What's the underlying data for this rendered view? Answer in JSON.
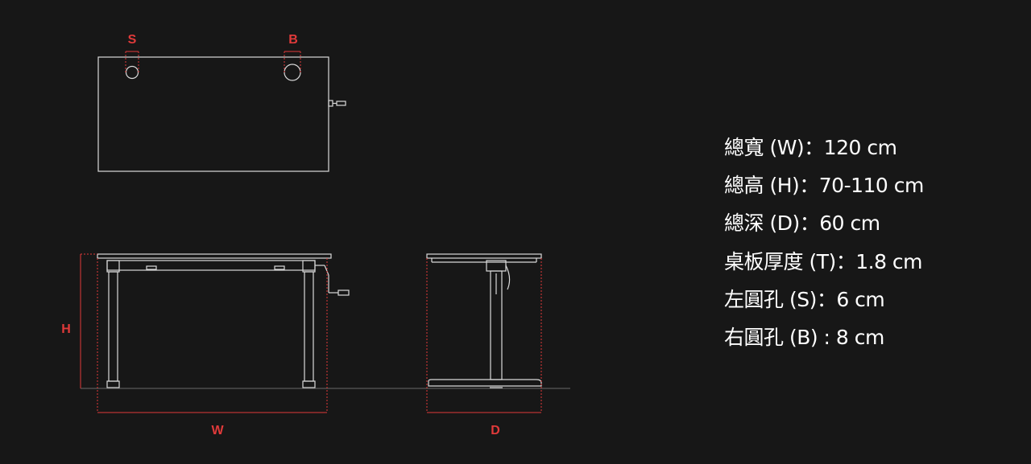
{
  "labels": {
    "left_hole": "S",
    "right_hole": "B",
    "height": "H",
    "width": "W",
    "depth": "D"
  },
  "specs": [
    {
      "text": "總寬 (W)：120 cm"
    },
    {
      "text": "總高 (H)：70-110 cm"
    },
    {
      "text": "總深 (D)：60 cm"
    },
    {
      "text": "桌板厚度 (T)：1.8 cm"
    },
    {
      "text": "左圓孔 (S)：6 cm"
    },
    {
      "text": "右圓孔 (B) : 8 cm"
    }
  ],
  "colors": {
    "background": "#171717",
    "line": "#d9d9d9",
    "dimension": "#e03a3a",
    "text": "#ffffff"
  }
}
